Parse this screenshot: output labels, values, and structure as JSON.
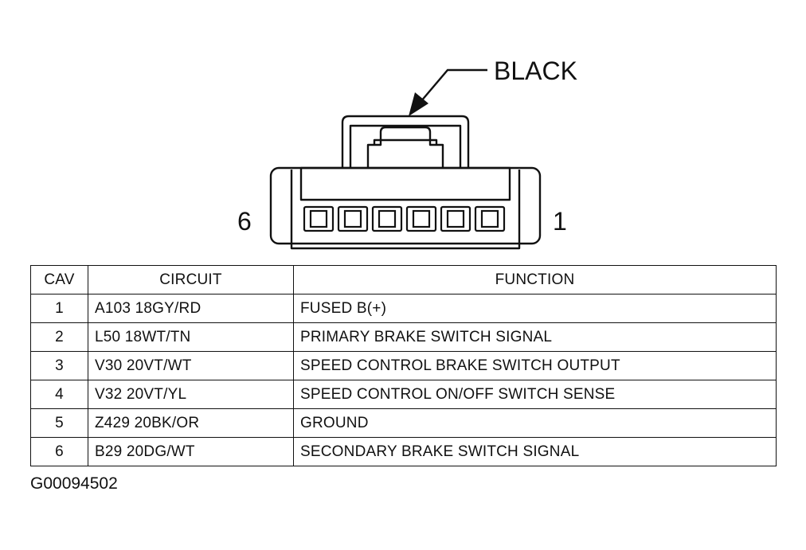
{
  "connector": {
    "color_label": "BLACK",
    "pin_left_label": "6",
    "pin_right_label": "1"
  },
  "table": {
    "headers": {
      "cav": "CAV",
      "circuit": "CIRCUIT",
      "function": "FUNCTION"
    },
    "rows": [
      {
        "cav": "1",
        "circuit": "A103 18GY/RD",
        "function": "FUSED B(+)"
      },
      {
        "cav": "2",
        "circuit": "L50 18WT/TN",
        "function": "PRIMARY BRAKE SWITCH SIGNAL"
      },
      {
        "cav": "3",
        "circuit": "V30 20VT/WT",
        "function": "SPEED CONTROL BRAKE SWITCH OUTPUT"
      },
      {
        "cav": "4",
        "circuit": "V32 20VT/YL",
        "function": "SPEED CONTROL ON/OFF SWITCH SENSE"
      },
      {
        "cav": "5",
        "circuit": "Z429 20BK/OR",
        "function": "GROUND"
      },
      {
        "cav": "6",
        "circuit": "B29 20DG/WT",
        "function": "SECONDARY BRAKE SWITCH SIGNAL"
      }
    ]
  },
  "figure_id": "G00094502"
}
